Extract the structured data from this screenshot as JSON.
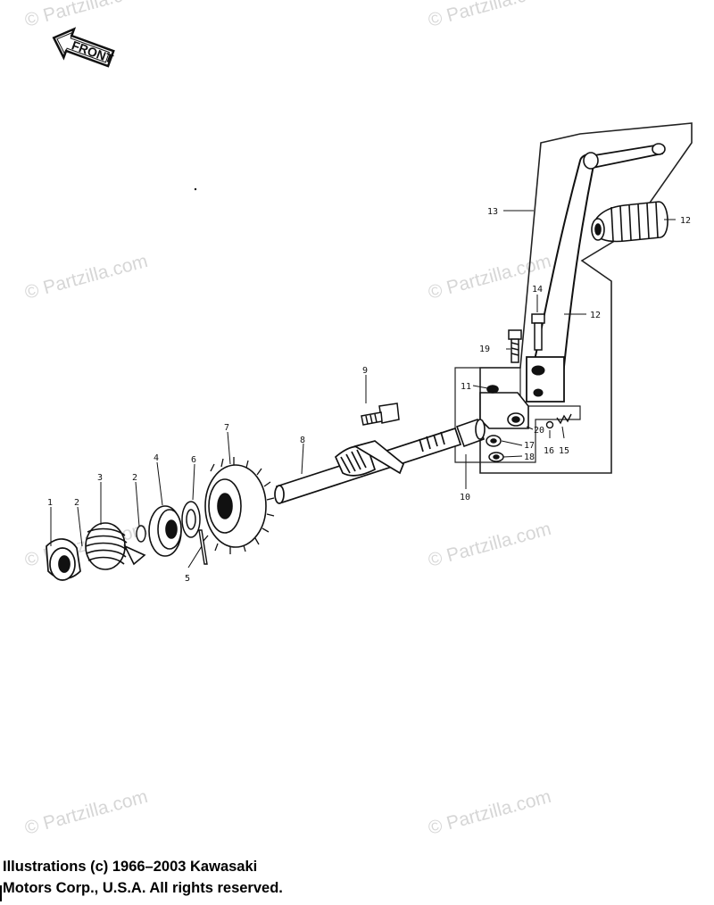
{
  "front_label": "FRONT",
  "watermark_text": "© Partzilla.com",
  "callouts": {
    "c1": "1",
    "c2a": "2",
    "c2b": "2",
    "c3": "3",
    "c4": "4",
    "c5": "5",
    "c6": "6",
    "c7": "7",
    "c8": "8",
    "c9": "9",
    "c10": "10",
    "c11": "11",
    "c12a": "12",
    "c12b": "12",
    "c13": "13",
    "c14": "14",
    "c15": "15",
    "c16": "16",
    "c17": "17",
    "c18": "18",
    "c19": "19",
    "c20": "20"
  },
  "copyright": {
    "line1": "Illustrations (c) 1966–2003 Kawasaki",
    "line2": "Motors Corp., U.S.A.  All rights reserved."
  },
  "colors": {
    "ink": "#111111",
    "watermark": "#c9c9c9",
    "background": "#ffffff"
  }
}
